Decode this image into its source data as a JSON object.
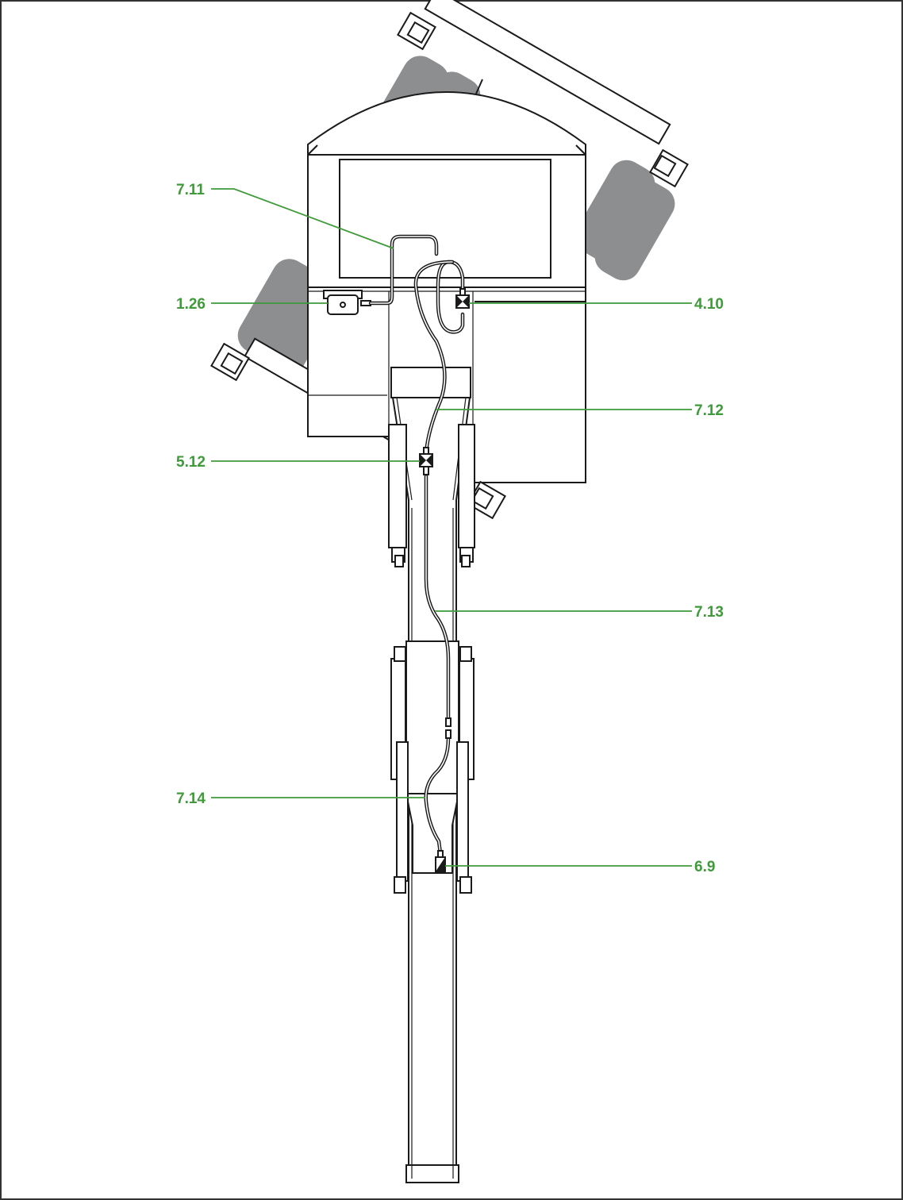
{
  "figure": {
    "callouts": [
      {
        "id": "c-711",
        "label": "7.11"
      },
      {
        "id": "c-126",
        "label": "1.26"
      },
      {
        "id": "c-410",
        "label": "4.10"
      },
      {
        "id": "c-712",
        "label": "7.12"
      },
      {
        "id": "c-512",
        "label": "5.12"
      },
      {
        "id": "c-713",
        "label": "7.13"
      },
      {
        "id": "c-714",
        "label": "7.14"
      },
      {
        "id": "c-69",
        "label": "6.9"
      }
    ],
    "colors": {
      "callout": "#3f9a3a",
      "line": "#1a1a1a",
      "pad": "#8d8e90",
      "frame": "#333333"
    }
  }
}
